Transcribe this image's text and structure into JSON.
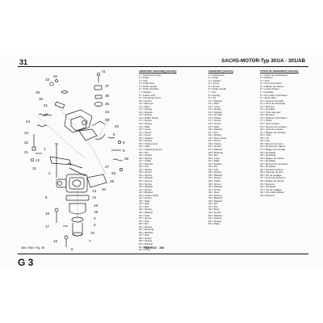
{
  "page": {
    "number": "31",
    "title": "SACHS-MOTOR-Typ 301/A · 301/AB",
    "footnote": "Alfa / Bild / Fig. 58",
    "ref_code": "F&S 3011 · 108",
    "section": "G 3"
  },
  "figure": {
    "callouts": [
      "33",
      "32",
      "41",
      "29",
      "30",
      "31",
      "37",
      "35",
      "36",
      "34",
      "39",
      "38",
      "40",
      "8",
      "9",
      "9",
      "28",
      "27",
      "26",
      "25",
      "24",
      "23",
      "22",
      "21",
      "1",
      "12",
      "11",
      "13",
      "14",
      "2",
      "20",
      "18",
      "19",
      "3",
      "4",
      "5",
      "16",
      "17",
      "10",
      "15",
      "7",
      "6"
    ]
  },
  "columns": [
    {
      "header": "Carburetor Assembly (SACHS)",
      "items": [
        "1 = Carburetor body",
        "2 = Float",
        "3 = Clip",
        "4 = Float lever",
        "5 = Float needle",
        "6 = Float chamber",
        "7 = Gasket",
        "8 = Intake stub",
        "9 = Clamping screw",
        "10 = Screw",
        "11 = Main jet",
        "12 = Filter",
        "13 = Spring",
        "14 = Needle",
        "15 = Spring",
        "16 = Cable clamp",
        "17 = Screw",
        "18 = Spring",
        "19 = Slide",
        "20 = Lever",
        "21 = Screw",
        "22 = Cover",
        "23 = Gasket",
        "24 = Spring",
        "25 = Choke lever",
        "26 = Slide",
        "27 = Adjusting screw",
        "28 = Nut",
        "29 = Spring",
        "30 = Spring",
        "31 = Cable",
        "32 = Washer",
        "33 = Nut",
        "34 = Spring",
        "35 = Screw",
        "36 = Spring",
        "37 = Washer",
        "38 = Sleeve",
        "39 = Spring",
        "40 = Washer",
        "41 = Screw",
        "42 = Bracket",
        "43 = Choke cable",
        "44 = Screw",
        "45 = Plate",
        "46 = Clip",
        "47 = Nut",
        "48 = Spring",
        "49 = Washer",
        "50 = Seal",
        "51 = Screw",
        "52 = Clip",
        "53 = Pin",
        "54 = Sleeve",
        "55 = Bushing",
        "56 = Bracket",
        "57 = Clip",
        "58 = Screw",
        "59 = Spring",
        "60 = Washer",
        "61 = Nipple",
        "62 = Hose"
      ]
    },
    {
      "header": "Carburetor (SACHS)",
      "items": [
        "1 = Carburetor",
        "2 = Float",
        "3 = Gasket",
        "4 = Cover",
        "5 = Screw",
        "6 = Float needle",
        "7 = Pin",
        "8 = Spring",
        "9 = Jet",
        "10 = Washer",
        "11 = Filter",
        "12 = Lever",
        "13 = Spring",
        "14 = Gasket",
        "15 = Air filter",
        "16 = Clamp",
        "17 = Screw",
        "18 = Screw",
        "19 = Slide",
        "20 = Washer",
        "21 = Nut",
        "22 = Spring",
        "23 = Stop screw",
        "24 = Screw",
        "25 = Clamp",
        "26 = Spring",
        "27 = Washer",
        "28 = Bushing",
        "29 = Nut",
        "30 = Lever",
        "31 = Slide",
        "32 = Gasket",
        "33 = Pin",
        "34 = Clip",
        "35 = Spring",
        "36 = Washer",
        "37 = Screw",
        "38 = Cable",
        "39 = Screw",
        "40 = Washer",
        "41 = Screw",
        "42 = Stop",
        "43 = Sleeve",
        "44 = Bracket",
        "45 = Washer",
        "46 = Nut",
        "47 = Pin",
        "48 = Ring",
        "49 = Screw",
        "50 = Washer",
        "51 = Sleeve",
        "52 = Spring",
        "53 = Plate"
      ]
    },
    {
      "header": "Pièces de carburateur (SACHS)",
      "items": [
        "1 = Corps de carburateur",
        "2 = Flotteur",
        "3 = Joint",
        "4 = Cuve de flotteur",
        "5 = Aiguille de flotteur",
        "6 = Levier flotteur",
        "7 = Goupille",
        "8 = Vis à tête cylindrique",
        "9 = Tamis filtre",
        "10 = Gicleur principal",
        "11 = Tiroir de boisseau",
        "12 = Ressort",
        "13 = Goupille",
        "14 = Tiroir des gaz",
        "15 = Ressort",
        "16 = Plaque d'obturation",
        "17 = Pièce",
        "18 = Joint torique",
        "19 = Ressort de contact",
        "20 = Joint de contact",
        "21 = Bague de serrage",
        "22 = Joint",
        "23 = Vis",
        "24 = Axe",
        "25 = Ressort tension",
        "26 = Ressort de rappel",
        "27 = Bague de serrage",
        "28 = Rondelle",
        "29 = Rondelle",
        "30 = Bague de sûreté",
        "31 = Rondelle",
        "32 = Ressort de pression",
        "33 = Rondelle",
        "34 = Ressort tension",
        "35 = Manette de gaz",
        "36 = Vis de réglage",
        "37 = Tirant de pression",
        "38 = Bague de sûreté",
        "39 = Ressort",
        "40 = Rondelle",
        "41 = Vis de réglage",
        "42 = Vis à tête fraisée",
        "43 = Ressort"
      ]
    }
  ]
}
